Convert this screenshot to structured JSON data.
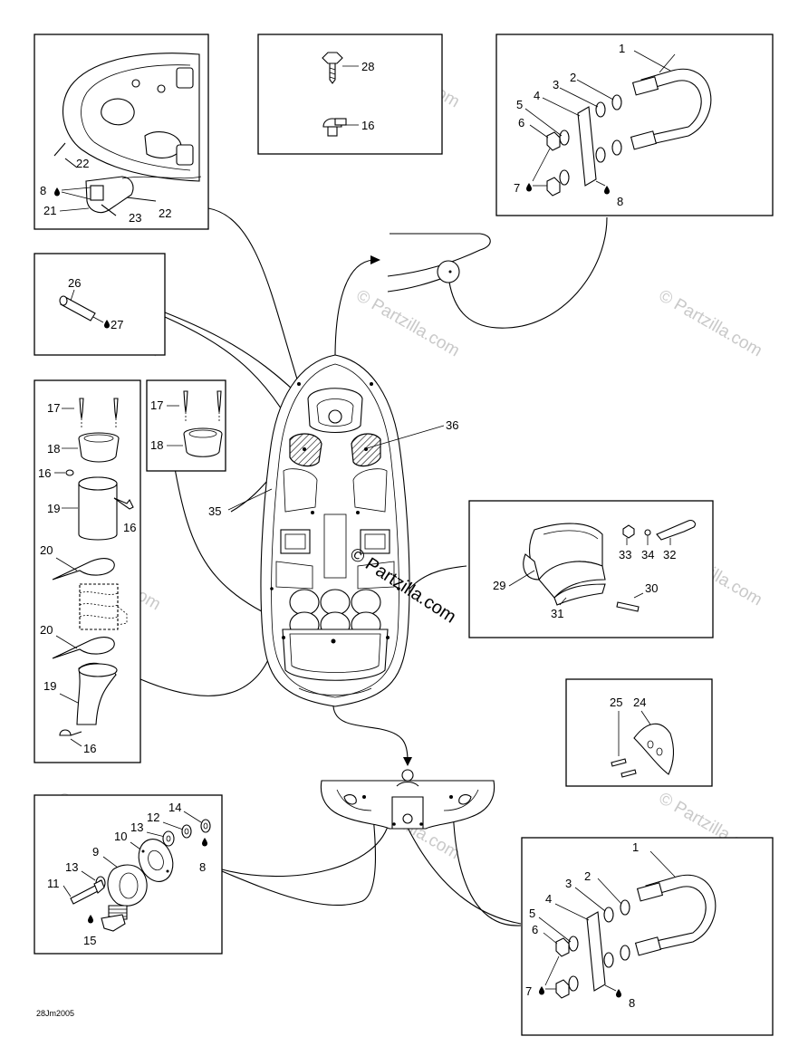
{
  "diagram": {
    "code": "28Jm2005",
    "watermark": "© Partzilla.com",
    "watermark_main": "© Partzilla.com"
  },
  "callouts": {
    "p1a": "1",
    "p2a": "2",
    "p3a": "3",
    "p4a": "4",
    "p5a": "5",
    "p6a": "6",
    "p7a": "7",
    "p8a": "8",
    "p1b": "1",
    "p2b": "2",
    "p3b": "3",
    "p4b": "4",
    "p5b": "5",
    "p6b": "6",
    "p7b": "7",
    "p8b": "8",
    "p8c": "8",
    "p8d": "8",
    "p9": "9",
    "p10": "10",
    "p11": "11",
    "p12": "12",
    "p13a": "13",
    "p13b": "13",
    "p14": "14",
    "p15": "15",
    "p16a": "16",
    "p16b": "16",
    "p16c": "16",
    "p16d": "16",
    "p17a": "17",
    "p17b": "17",
    "p18a": "18",
    "p18b": "18",
    "p19a": "19",
    "p19b": "19",
    "p20a": "20",
    "p20b": "20",
    "p21": "21",
    "p22a": "22",
    "p22b": "22",
    "p23": "23",
    "p24": "24",
    "p25": "25",
    "p26": "26",
    "p27": "27",
    "p28": "28",
    "p29": "29",
    "p30": "30",
    "p31": "31",
    "p32": "32",
    "p33": "33",
    "p34": "34",
    "p35": "35",
    "p36": "36"
  }
}
